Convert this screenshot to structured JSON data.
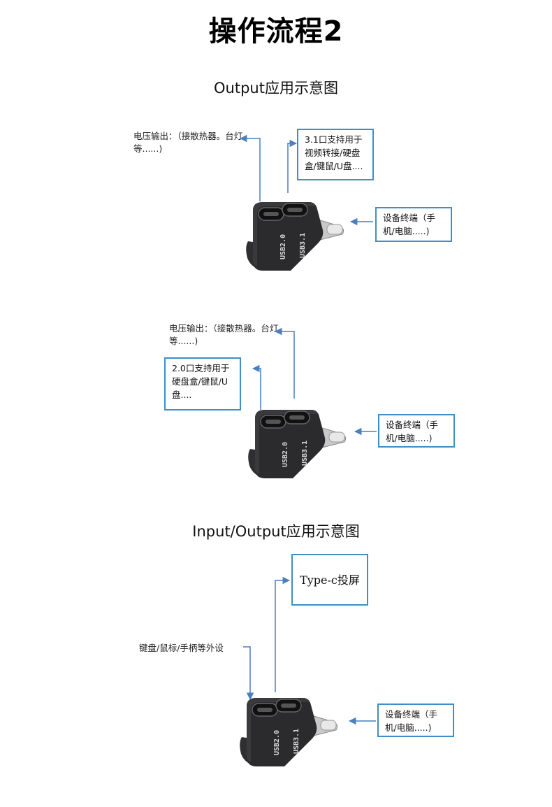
{
  "page_title": "操作流程2",
  "icons": [
    "usb-c-adapter-icon",
    "arrow-icon"
  ],
  "colors": {
    "box_border": "#3f8fc4",
    "arrow": "#4a7fc0",
    "device": "#2b2b2d"
  },
  "sections": [
    {
      "title": "Output应用示意图",
      "left_label": "电压输出：（接散热器。台灯等......)",
      "top_box": "3.1口支持用于视频转接/硬盘盒/键鼠/U盘....",
      "right_box": "设备终端（手机/电脑.....)",
      "port_labels": [
        "USB2.0",
        "USB3.1"
      ]
    },
    {
      "left_label": "电压输出：（接散热器。台灯等......)",
      "top_box": "2.0口支持用于硬盘盒/键鼠/U盘....",
      "right_box": "设备终端（手机/电脑.....)",
      "port_labels": [
        "USB2.0",
        "USB3.1"
      ]
    },
    {
      "title": "Input/Output应用示意图",
      "left_label": "键盘/鼠标/手柄等外设",
      "top_box": "Type-c投屏",
      "right_box": "设备终端（手机/电脑.....)",
      "port_labels": [
        "USB2.0",
        "USB3.1"
      ]
    }
  ]
}
